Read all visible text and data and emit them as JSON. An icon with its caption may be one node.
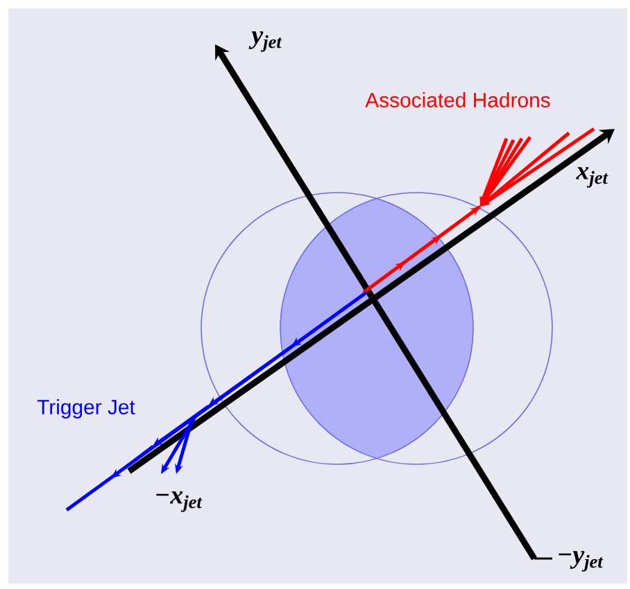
{
  "diagram": {
    "labels": [
      "y$_{jet}$",
      "Associated Hadrons",
      "x$_{jet}$",
      "Trigger Jet",
      "−x$_{jet}$",
      "−y$_{jet}$"
    ]
  }
}
